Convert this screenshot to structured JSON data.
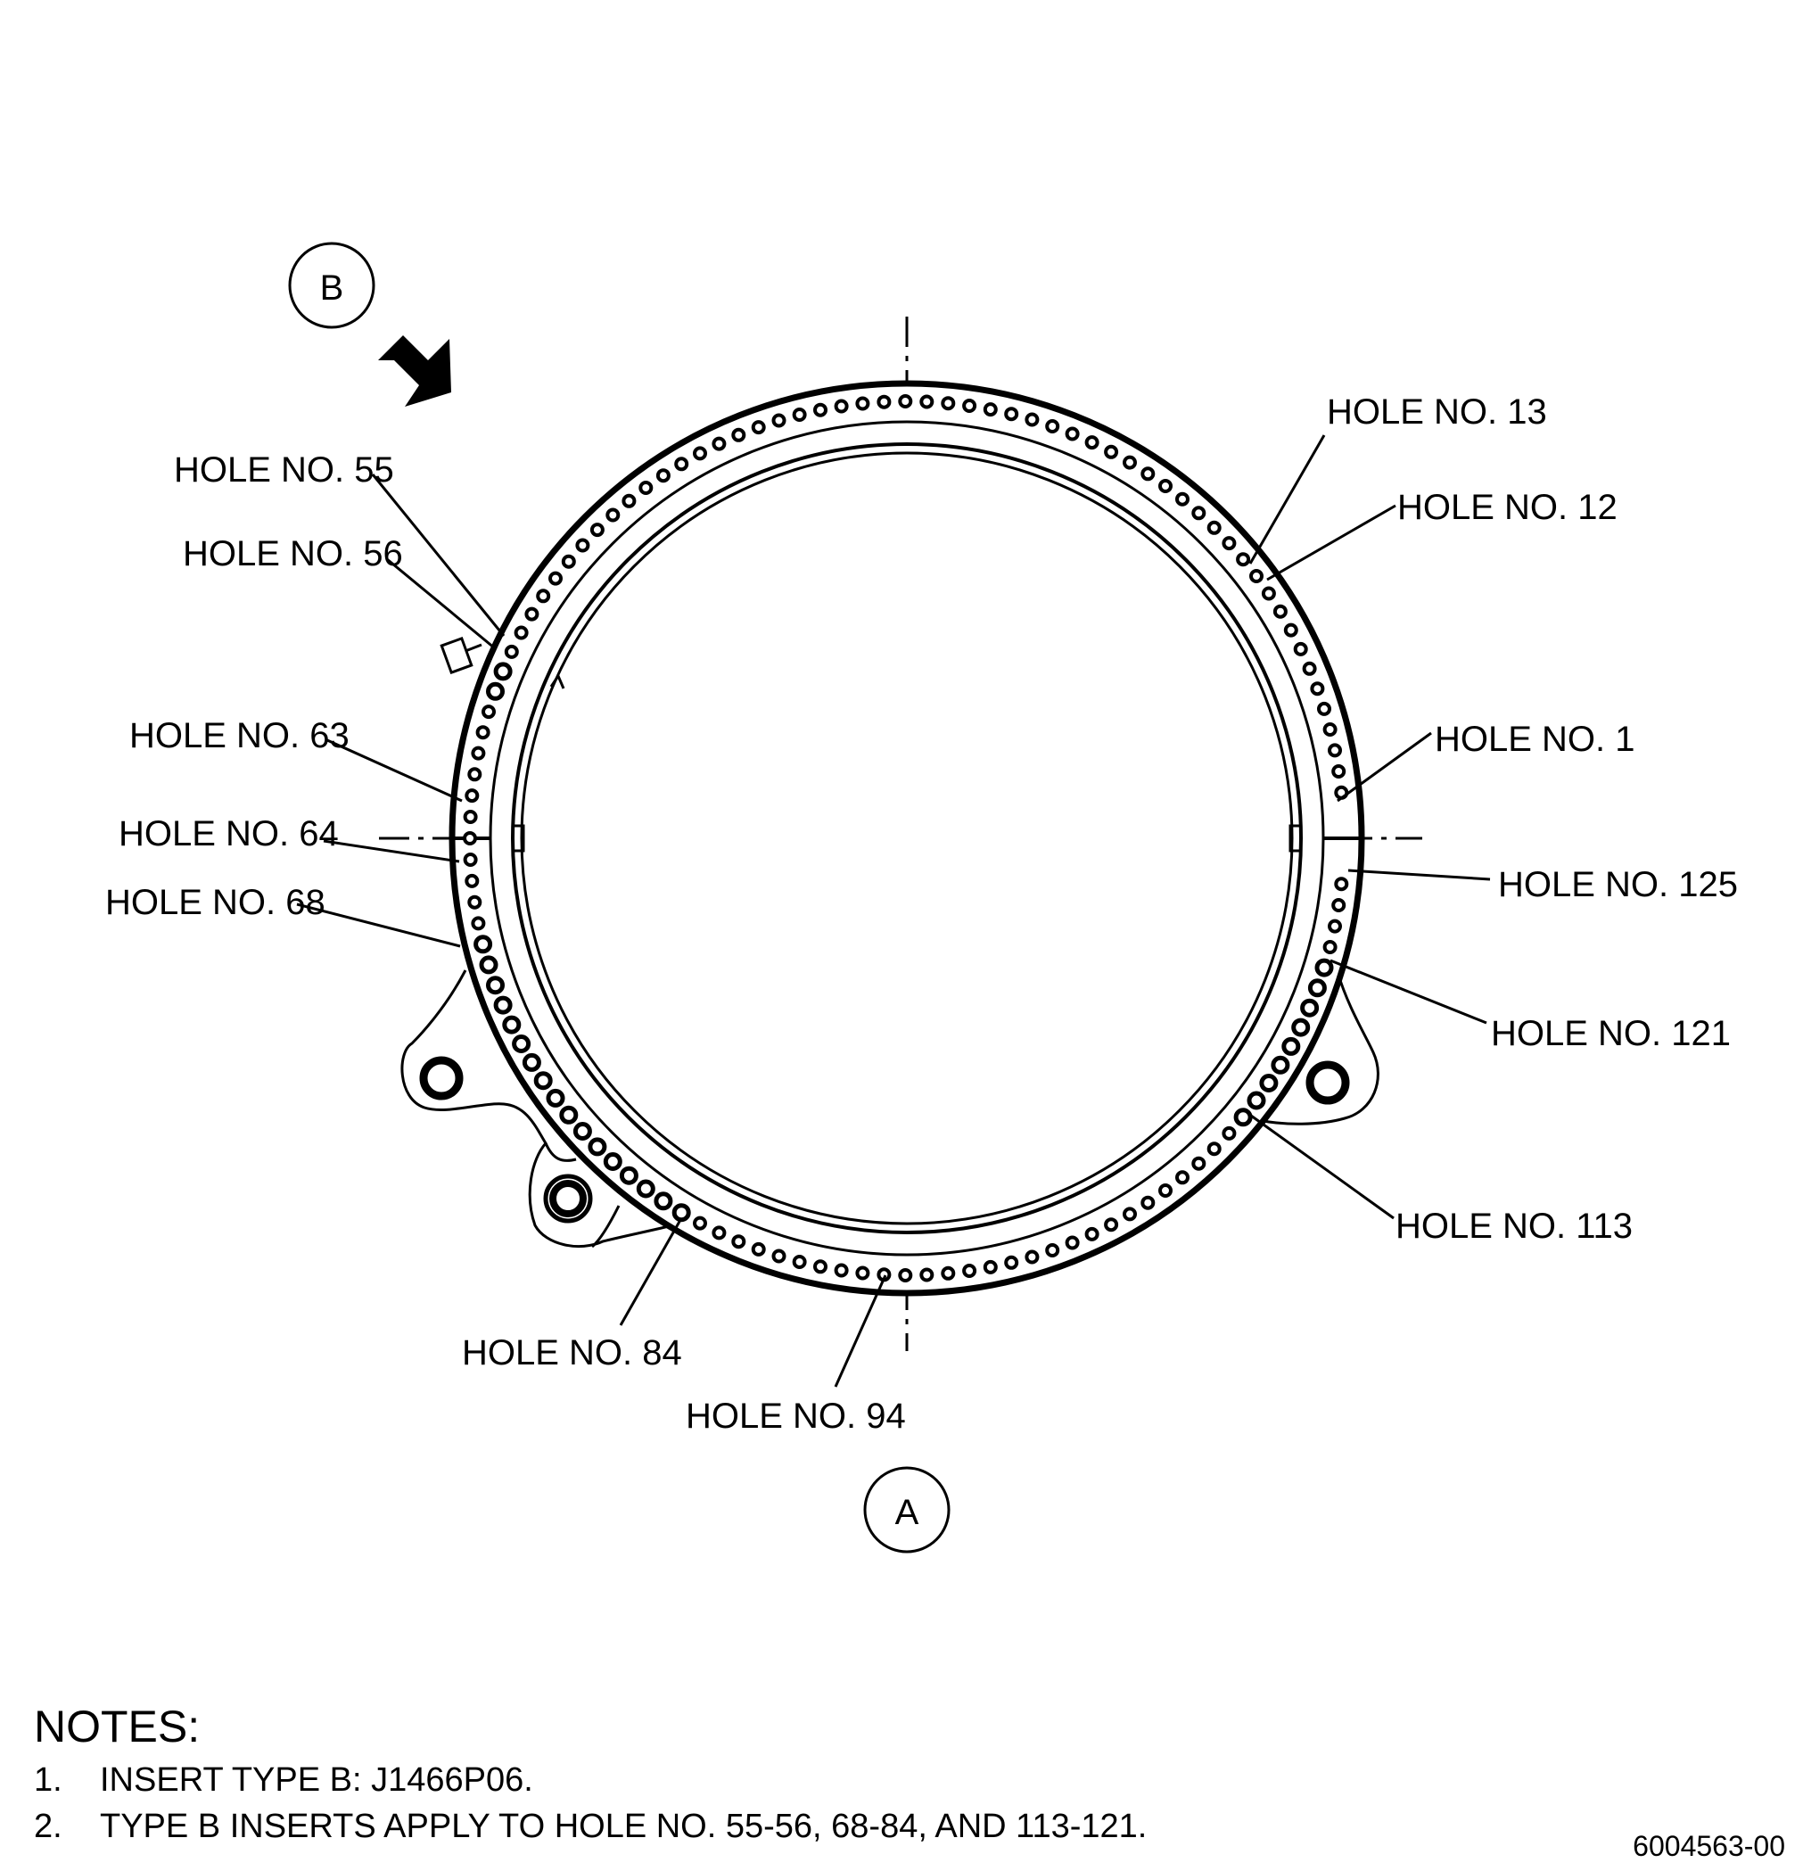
{
  "callouts": {
    "view_a": "A",
    "view_b": "B",
    "hole_13": "HOLE NO. 13",
    "hole_12": "HOLE NO. 12",
    "hole_55": "HOLE NO. 55",
    "hole_56": "HOLE NO. 56",
    "hole_1": "HOLE NO. 1",
    "hole_63": "HOLE NO. 63",
    "hole_64": "HOLE NO. 64",
    "hole_125": "HOLE NO. 125",
    "hole_68": "HOLE NO. 68",
    "hole_121": "HOLE NO. 121",
    "hole_113": "HOLE NO. 113",
    "hole_84": "HOLE NO. 84",
    "hole_94": "HOLE NO. 94"
  },
  "hole_pattern": {
    "total_holes": 125
  },
  "notes": {
    "title": "NOTES:",
    "items": [
      {
        "num": "1.",
        "text": "INSERT TYPE B: J1466P06."
      },
      {
        "num": "2.",
        "text": "TYPE B INSERTS APPLY TO HOLE NO. 55-56, 68-84, AND 113-121."
      }
    ]
  },
  "document_number": "6004563-00"
}
